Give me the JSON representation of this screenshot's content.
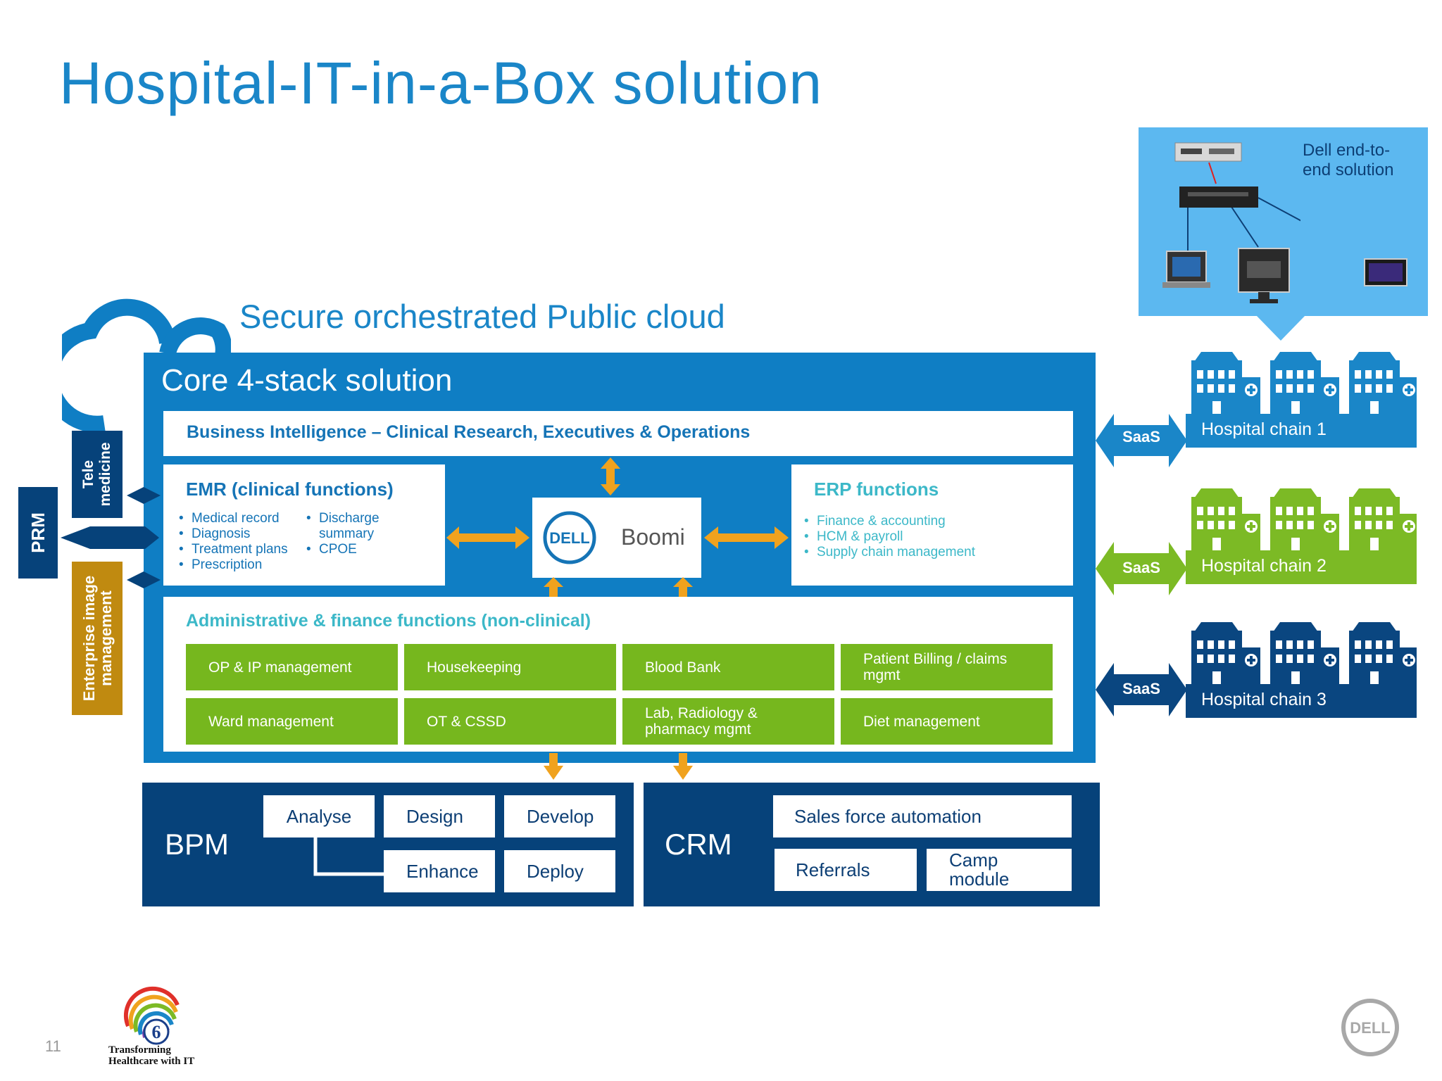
{
  "title": "Hospital-IT-in-a-Box solution",
  "cloud": {
    "label": "Secure orchestrated Public cloud"
  },
  "core": {
    "title": "Core 4-stack solution"
  },
  "bi": {
    "label": "Business Intelligence – Clinical Research, Executives & Operations"
  },
  "emr": {
    "heading": "EMR (clinical functions)",
    "col1": [
      "Medical record",
      "Diagnosis",
      "Treatment plans",
      "Prescription"
    ],
    "col2": [
      "Discharge",
      "summary",
      "CPOE"
    ]
  },
  "boomi": {
    "dell": "DELL",
    "label": "Boomi"
  },
  "erp": {
    "heading": "ERP functions",
    "items": [
      "Finance & accounting",
      "HCM & payroll",
      "Supply chain management"
    ]
  },
  "admin": {
    "heading": "Administrative & finance functions (non-clinical)",
    "cells": [
      "OP & IP management",
      "Housekeeping",
      "Blood Bank",
      "Patient Billing / claims mgmt",
      "Ward management",
      "OT & CSSD",
      "Lab, Radiology & pharmacy mgmt",
      "Diet management"
    ]
  },
  "side": {
    "prm": "PRM",
    "telemedicine": "Tele medicine",
    "eim": "Enterprise image management"
  },
  "bpm": {
    "label": "BPM",
    "steps": [
      "Analyse",
      "Design",
      "Develop",
      "Enhance",
      "Deploy"
    ]
  },
  "crm": {
    "label": "CRM",
    "items": [
      "Sales force automation",
      "Referrals",
      "Camp module"
    ]
  },
  "dell_solution": {
    "caption": "Dell end-to-end solution"
  },
  "saas": {
    "label": "SaaS"
  },
  "hospitals": [
    {
      "label": "Hospital chain 1",
      "color": "#1a86c8"
    },
    {
      "label": "Hospital chain 2",
      "color": "#7cba25"
    },
    {
      "label": "Hospital chain 3",
      "color": "#0a4680"
    }
  ],
  "footer": {
    "page": "11",
    "logo_number": "6",
    "logo_line1": "Transforming",
    "logo_line2": "Healthcare with IT",
    "dell_logo": "DELL"
  },
  "colors": {
    "blue": "#0f7ec4",
    "navy": "#06427a",
    "green": "#76b71e",
    "orange": "#f0a21e",
    "gold": "#c08a10",
    "light_blue": "#5cb8f0"
  }
}
